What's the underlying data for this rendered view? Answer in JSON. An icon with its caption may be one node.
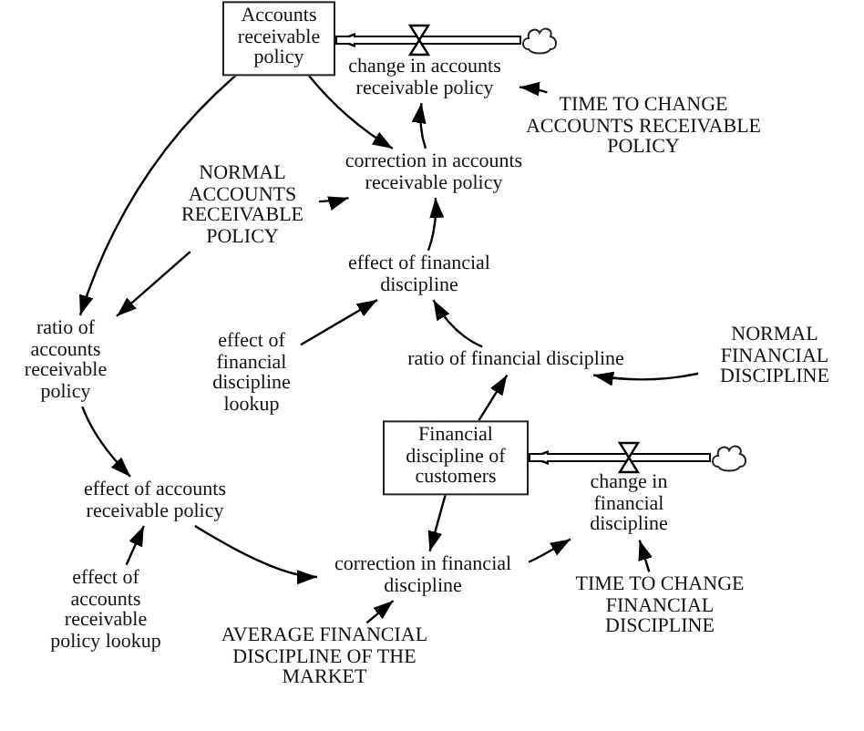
{
  "diagram": {
    "nodes": [
      {
        "text": [
          "Accounts receivable policy"
        ]
      },
      {
        "text": [
          "change in accounts receivable policy"
        ]
      },
      {
        "text": [],
        "shape": "cloud"
      },
      {
        "text": [
          "TIME TO CHANGE ACCOUNTS RECEIVABLE POLICY"
        ]
      },
      {
        "text": [
          "correction in accounts receivable policy"
        ]
      },
      {
        "text": [
          "NORMAL ACCOUNTS RECEIVABLE POLICY"
        ]
      },
      {
        "text": [
          "effect of financial discipline"
        ]
      },
      {
        "text": [
          "ratio of accounts receivable policy"
        ]
      },
      {
        "text": [
          "effect of financial discipline lookup"
        ]
      },
      {
        "text": [
          "ratio of financial discipline"
        ]
      },
      {
        "text": [
          "NORMAL FINANCIAL DISCIPLINE"
        ]
      },
      {
        "text": [
          "Financial discipline of customers"
        ]
      },
      {
        "text": [
          "change in financial discipline"
        ]
      },
      {
        "text": [],
        "shape": "cloud"
      },
      {
        "text": [
          "effect of accounts receivable policy"
        ]
      },
      {
        "text": [
          "effect of accounts receivable policy lookup"
        ]
      },
      {
        "text": [
          "correction in financial discipline"
        ]
      },
      {
        "text": [
          "TIME TO CHANGE FINANCIAL DISCIPLINE"
        ]
      },
      {
        "text": [
          "AVERAGE FINANCIAL DISCIPLINE OF THE MARKET"
        ]
      }
    ],
    "edges": [
      {
        "from": 2,
        "to": 0,
        "arrow": "to",
        "style": "thick"
      },
      {
        "from": 0,
        "to": 4,
        "arrow": "to"
      },
      {
        "from": 0,
        "to": 7,
        "arrow": "to"
      },
      {
        "from": 3,
        "to": 1,
        "arrow": "to"
      },
      {
        "from": 4,
        "to": 1,
        "arrow": "to"
      },
      {
        "from": 5,
        "to": 4,
        "arrow": "to"
      },
      {
        "from": 5,
        "to": 7,
        "arrow": "to"
      },
      {
        "from": 6,
        "to": 4,
        "arrow": "to"
      },
      {
        "from": 8,
        "to": 6,
        "arrow": "to"
      },
      {
        "from": 9,
        "to": 6,
        "arrow": "to"
      },
      {
        "from": 10,
        "to": 9,
        "arrow": "to"
      },
      {
        "from": 11,
        "to": 9,
        "arrow": "to"
      },
      {
        "from": 13,
        "to": 11,
        "arrow": "to",
        "style": "thick"
      },
      {
        "from": 11,
        "to": 16,
        "arrow": "to"
      },
      {
        "from": 7,
        "to": 14,
        "arrow": "to"
      },
      {
        "from": 15,
        "to": 14,
        "arrow": "to"
      },
      {
        "from": 14,
        "to": 16,
        "arrow": "to"
      },
      {
        "from": 18,
        "to": 16,
        "arrow": "to"
      },
      {
        "from": 16,
        "to": 12,
        "arrow": "to"
      },
      {
        "from": 17,
        "to": 12,
        "arrow": "to"
      }
    ]
  }
}
